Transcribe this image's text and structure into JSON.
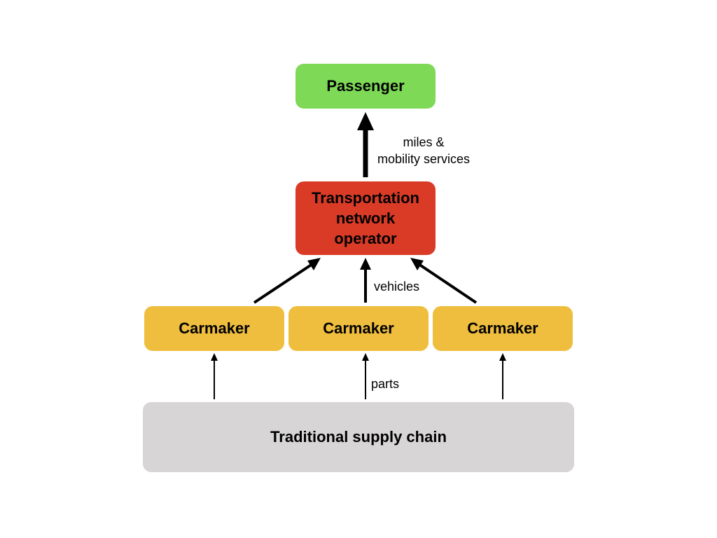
{
  "nodes": {
    "passenger": {
      "label": "Passenger",
      "color": "#7ed957"
    },
    "operator": {
      "label_lines": [
        "Transportation",
        "network",
        "operator"
      ],
      "color": "#da3b27"
    },
    "carmakers": [
      {
        "label": "Carmaker",
        "color": "#efbe3f"
      },
      {
        "label": "Carmaker",
        "color": "#efbe3f"
      },
      {
        "label": "Carmaker",
        "color": "#efbe3f"
      }
    ],
    "supply_chain": {
      "label": "Traditional supply chain",
      "color": "#d7d5d6"
    }
  },
  "flows": {
    "miles_services": {
      "label_lines": [
        "miles &",
        "mobility services"
      ]
    },
    "vehicles": {
      "label": "vehicles"
    },
    "parts": {
      "label": "parts"
    }
  },
  "arrow_color": "#000000"
}
